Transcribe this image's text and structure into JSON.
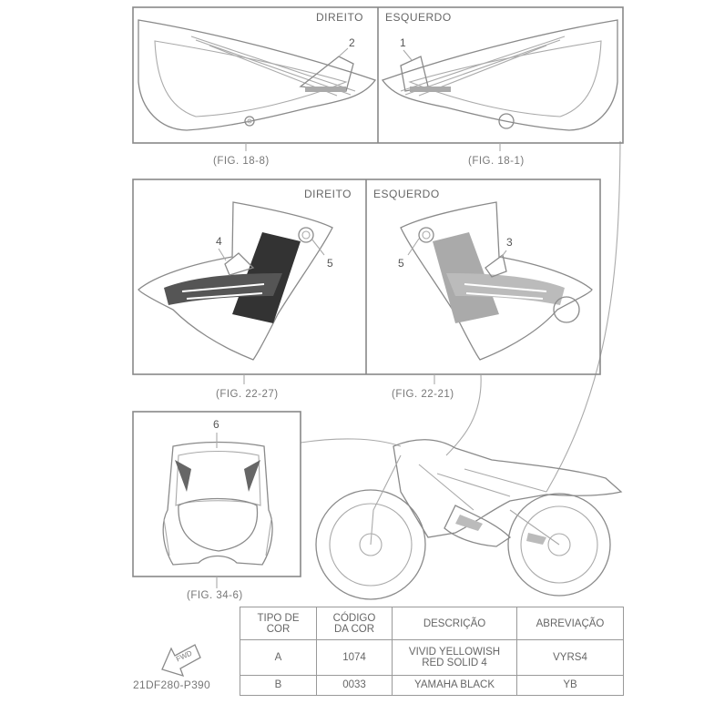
{
  "panels": {
    "top_right_side": {
      "label": "DIREITO",
      "callout": "2",
      "fig": "(FIG. 18-8)"
    },
    "top_left_side": {
      "label": "ESQUERDO",
      "callout": "1",
      "fig": "(FIG. 18-1)"
    },
    "mid_right_side": {
      "label": "DIREITO",
      "callout_a": "4",
      "callout_b": "5",
      "fig": "(FIG. 22-27)"
    },
    "mid_left_side": {
      "label": "ESQUERDO",
      "callout_a": "3",
      "callout_b": "5",
      "fig": "(FIG. 22-21)"
    },
    "front": {
      "callout": "6",
      "fig": "(FIG. 34-6)"
    }
  },
  "color_table": {
    "headers": [
      "TIPO DE\nCOR",
      "CÓDIGO\nDA COR",
      "DESCRIÇÃO",
      "ABREVIAÇÃO"
    ],
    "rows": [
      [
        "A",
        "1074",
        "VIVID YELLOWISH\nRED SOLID 4",
        "VYRS4"
      ],
      [
        "B",
        "0033",
        "YAMAHA BLACK",
        "YB"
      ]
    ]
  },
  "fwd_label": "FWD",
  "doc_code": "21DF280-P390"
}
